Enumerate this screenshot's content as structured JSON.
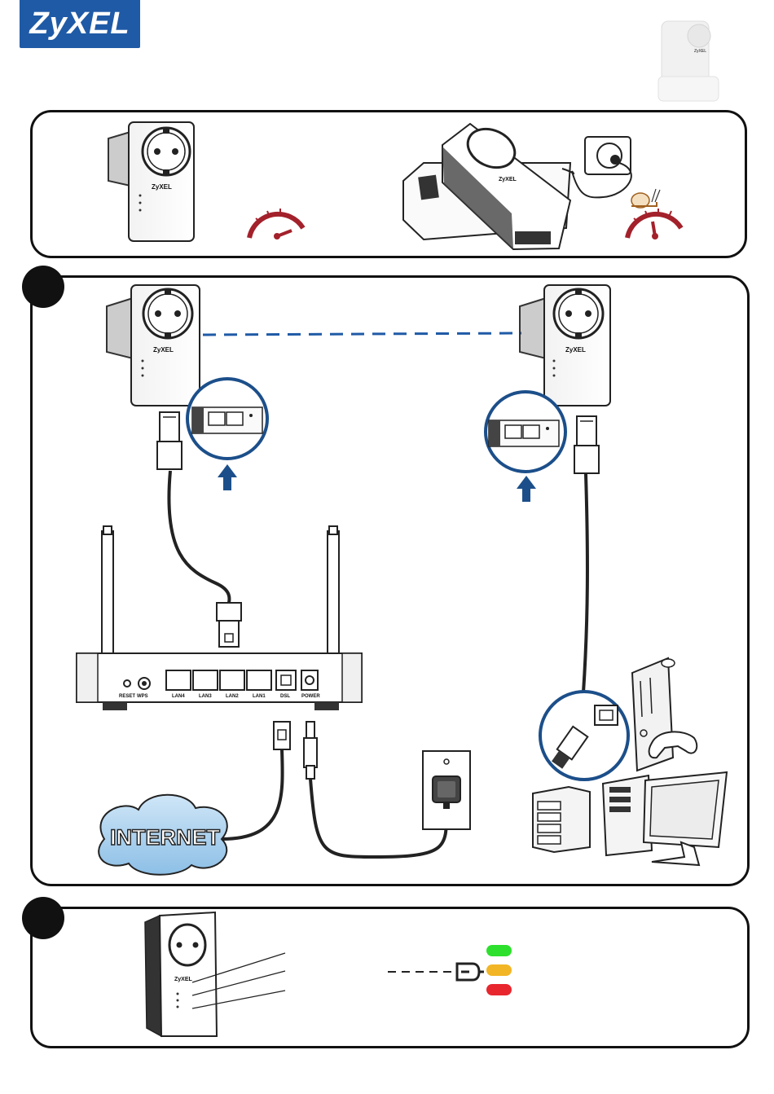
{
  "brand": {
    "logo_text": "ZyXEL"
  },
  "device": {
    "brand_small": "ZyXEL"
  },
  "router": {
    "port_labels": [
      "RESET",
      "WPS",
      "LAN4",
      "LAN3",
      "LAN2",
      "LAN1",
      "DSL",
      "POWER"
    ]
  },
  "internet": {
    "label": "INTERNET"
  },
  "led_colors": {
    "green": "#2ee02e",
    "amber": "#f2b526",
    "red": "#e8262e"
  },
  "colors": {
    "accent_blue": "#1c4f8a",
    "gauge_red": "#a3212b",
    "link_blue": "#1f5aa6"
  }
}
